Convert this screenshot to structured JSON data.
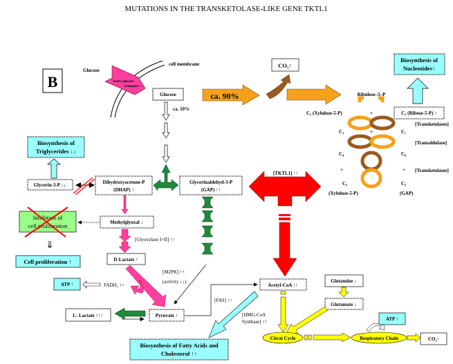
{
  "title": "MUTATIONS IN THE TRANSKETOLASE-LIKE GENE TKTL1",
  "panel_label": "B",
  "nodes": {
    "glucose_outside": "Glucose",
    "cell_membrane": "cell membrane",
    "active_transport_1": "Active glucose",
    "active_transport_2": "transport ↑↑",
    "glucose": "Glucose",
    "ca_10": "ca. 10%",
    "ca_90": "ca. 90%",
    "co2_top": "CO₂↑",
    "nucleotides_1": "Biosynthesis of",
    "nucleotides_2": "Nucleotides↑",
    "ribulose": "Ribulose–5–P",
    "c5_xylulose": "C₅ (Xylulose-5-P)",
    "c5_ribose": "C₅ (Ribose-5-P) ↑",
    "transketolases_1": "[Transketolases]",
    "transaldolase": "[Transaldolase]",
    "transketolases_2": "[Transketolases]",
    "c3_left": "C₃",
    "c7": "C₇",
    "c4": "C₄",
    "c6": "C₆",
    "plus": "+",
    "c5_bottom": "C₅",
    "c3_bottom": "C₃",
    "xylulose_bottom": "(Xylulose-5-P)",
    "gap_bottom": "(GAP)",
    "triglycerides_1": "Biosynthesis of",
    "triglycerides_2": "Triglycerides ↓↓",
    "glycerin": "Glycerin-3-P ↓↓",
    "dhap_1": "Dihydroxyacetone-P",
    "dhap_2": "(DHAP) ↑",
    "gap_1": "Glycerinaldehyd-3-P",
    "gap_2": "(GAP) ↑↑",
    "tktl1": "[TKTL1] ↑↑",
    "inhibition_1": "Inhibition of",
    "inhibition_2": "cell proliferation",
    "methylglyoxal": "Methylglyoxal ↓",
    "glyoxylase": "[Glyoxylase I+II] ↑↑",
    "cell_proliferation": "Cell proliferation ↑",
    "d_lactate": "D-Lactate ↑",
    "m2pk": "[M2PK] ↑↑",
    "activity": "(activity ↓↓)",
    "atp_left": "ATP ↑",
    "fadh2": "FADH₂ ↑↑",
    "l_lactate": "L- Lactate ↑↑↑",
    "pyruvate": "Pyruvate ↑",
    "fas": "[FAS] ↑↑",
    "acetyl_coa": "Acetyl-CoA ↑↑",
    "hmg_1": "[HMG-CoA",
    "hmg_2": "Synthase] ↑↑",
    "glutamine": "Glutamine ↓",
    "glutamate": "Glutamate ↓",
    "citrat": "Citrat Cycle",
    "respiratory": "Respiratory Chain",
    "atp_right": "ATP ↑",
    "co2_right": "CO₂↑",
    "fatty_1": "Biosynthesis of Fatty Acids and",
    "fatty_2": "Cholesterol ↑↑"
  },
  "colors": {
    "orange": "#f7a01c",
    "brown": "#9b5a1e",
    "pink": "#ff3fa0",
    "green": "#1f8a3c",
    "red": "#ff0000",
    "yellow": "#ffff00",
    "light_blue": "#99ffff",
    "light_green": "#99ff88"
  }
}
